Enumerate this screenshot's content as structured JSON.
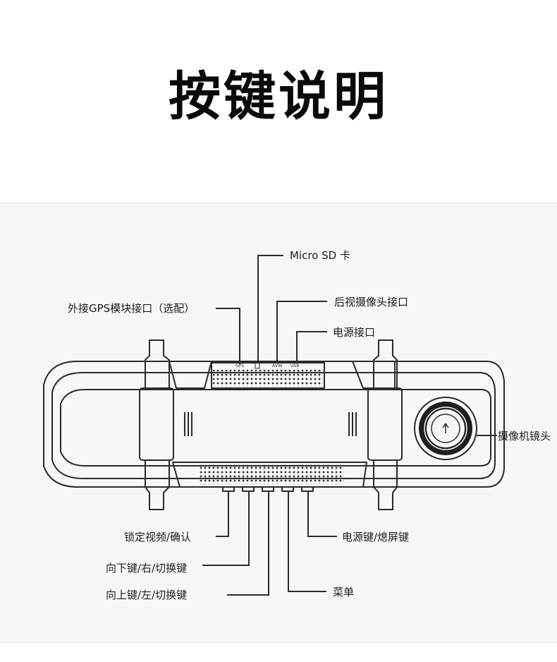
{
  "title": "按键说明",
  "labels": {
    "micro_sd": "Micro SD 卡",
    "gps_port": "外接GPS模块接口（选配）",
    "rear_camera_port": "后视摄像头接口",
    "power_port": "电源接口",
    "camera_lens": "摄像机镜头",
    "lock_video": "锁定视频/确认",
    "down_key": "向下键/右/切换键",
    "up_key": "向上键/左/切换键",
    "power_key": "电源键/熄屏键",
    "menu": "菜单"
  },
  "port_markings": {
    "gps": "GPS",
    "av_in": "AVIN",
    "usb": "USB"
  },
  "colors": {
    "line": "#2a2a2a",
    "text": "#1c1c1c",
    "panel_bg": "#f7f7f7"
  }
}
